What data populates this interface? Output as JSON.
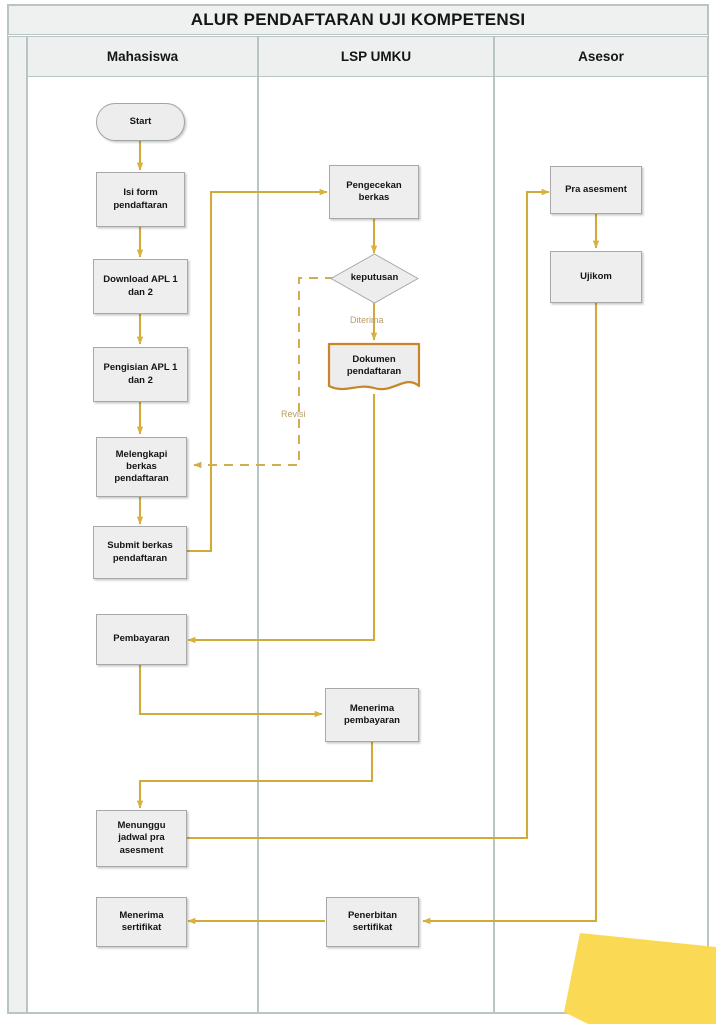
{
  "header": {
    "title": "ALUR PENDAFTARAN UJI KOMPETENSI"
  },
  "lanes": [
    {
      "label": "Mahasiswa"
    },
    {
      "label": "LSP UMKU"
    },
    {
      "label": "Asesor"
    }
  ],
  "colors": {
    "frame_border": "#b9c4c4",
    "header_fill": "#eef0ef",
    "node_fill": "#eeeeee",
    "node_border": "#a8a8a8",
    "connector": "#c9a73a",
    "document_border": "#c8862a",
    "edge_label": "#b89b63",
    "overlay_yellow": "#ffd council"
  },
  "nodes": [
    {
      "id": "start",
      "lane": "Mahasiswa",
      "shape": "terminator",
      "label": "Start"
    },
    {
      "id": "isi-form",
      "lane": "Mahasiswa",
      "shape": "process",
      "label": "Isi form pendaftaran"
    },
    {
      "id": "download-apl",
      "lane": "Mahasiswa",
      "shape": "process",
      "label": "Download APL 1 dan 2"
    },
    {
      "id": "pengisian-apl",
      "lane": "Mahasiswa",
      "shape": "process",
      "label": "Pengisian APL 1 dan 2"
    },
    {
      "id": "melengkapi",
      "lane": "Mahasiswa",
      "shape": "process",
      "label": "Melengkapi berkas pendaftaran"
    },
    {
      "id": "submit",
      "lane": "Mahasiswa",
      "shape": "process",
      "label": "Submit berkas pendaftaran"
    },
    {
      "id": "pembayaran",
      "lane": "Mahasiswa",
      "shape": "process",
      "label": "Pembayaran"
    },
    {
      "id": "menunggu",
      "lane": "Mahasiswa",
      "shape": "process",
      "label": "Menunggu jadwal pra asesment"
    },
    {
      "id": "terima-sert",
      "lane": "Mahasiswa",
      "shape": "process",
      "label": "Menerima sertifikat"
    },
    {
      "id": "pengecekan",
      "lane": "LSP UMKU",
      "shape": "process",
      "label": "Pengecekan berkas"
    },
    {
      "id": "keputusan",
      "lane": "LSP UMKU",
      "shape": "decision",
      "label": "keputusan"
    },
    {
      "id": "dokumen",
      "lane": "LSP UMKU",
      "shape": "document",
      "label": "Dokumen pendaftaran"
    },
    {
      "id": "terima-bayar",
      "lane": "LSP UMKU",
      "shape": "process",
      "label": "Menerima pembayaran"
    },
    {
      "id": "penerbitan",
      "lane": "LSP UMKU",
      "shape": "process",
      "label": "Penerbitan sertifikat"
    },
    {
      "id": "pra-asesment",
      "lane": "Asesor",
      "shape": "process",
      "label": "Pra asesment"
    },
    {
      "id": "ujikom",
      "lane": "Asesor",
      "shape": "process",
      "label": "Ujikom"
    }
  ],
  "node_text": {
    "start": "Start",
    "isi_form_l1": "Isi form",
    "isi_form_l2": "pendaftaran",
    "download_l1": "Download APL 1",
    "download_l2": "dan 2",
    "pengisian_l1": "Pengisian APL 1",
    "pengisian_l2": "dan 2",
    "melengkapi_l1": "Melengkapi",
    "melengkapi_l2": "berkas",
    "melengkapi_l3": "pendaftaran",
    "submit_l1": "Submit berkas",
    "submit_l2": "pendaftaran",
    "pembayaran": "Pembayaran",
    "menunggu_l1": "Menunggu",
    "menunggu_l2": "jadwal pra",
    "menunggu_l3": "asesment",
    "terima_sert_l1": "Menerima",
    "terima_sert_l2": "sertifikat",
    "pengecekan_l1": "Pengecekan",
    "pengecekan_l2": "berkas",
    "keputusan": "keputusan",
    "dokumen_l1": "Dokumen",
    "dokumen_l2": "pendaftaran",
    "terima_bayar_l1": "Menerima",
    "terima_bayar_l2": "pembayaran",
    "penerbitan_l1": "Penerbitan",
    "penerbitan_l2": "sertifikat",
    "pra_asesment": "Pra asesment",
    "ujikom": "Ujikom"
  },
  "edge_labels": {
    "diterima": "Diterima",
    "revisi": "Revisi"
  },
  "edges": [
    {
      "from": "start",
      "to": "isi-form",
      "style": "solid"
    },
    {
      "from": "isi-form",
      "to": "download-apl",
      "style": "solid"
    },
    {
      "from": "download-apl",
      "to": "pengisian-apl",
      "style": "solid"
    },
    {
      "from": "pengisian-apl",
      "to": "melengkapi",
      "style": "solid"
    },
    {
      "from": "melengkapi",
      "to": "submit",
      "style": "solid"
    },
    {
      "from": "submit",
      "to": "pengecekan",
      "style": "solid"
    },
    {
      "from": "pengecekan",
      "to": "keputusan",
      "style": "solid"
    },
    {
      "from": "keputusan",
      "to": "dokumen",
      "style": "solid",
      "label": "Diterima"
    },
    {
      "from": "keputusan",
      "to": "melengkapi",
      "style": "dashed",
      "label": "Revisi"
    },
    {
      "from": "dokumen",
      "to": "pembayaran",
      "style": "solid"
    },
    {
      "from": "pembayaran",
      "to": "terima-bayar",
      "style": "solid"
    },
    {
      "from": "terima-bayar",
      "to": "menunggu",
      "style": "solid"
    },
    {
      "from": "menunggu",
      "to": "pra-asesment",
      "style": "solid"
    },
    {
      "from": "pra-asesment",
      "to": "ujikom",
      "style": "solid"
    },
    {
      "from": "ujikom",
      "to": "penerbitan",
      "style": "solid"
    },
    {
      "from": "penerbitan",
      "to": "terima-sert",
      "style": "solid"
    }
  ]
}
